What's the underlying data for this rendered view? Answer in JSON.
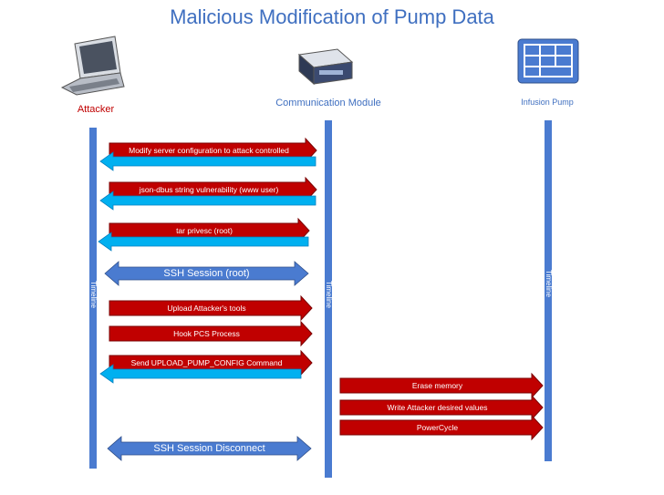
{
  "title": "Malicious Modification of Pump Data",
  "actors": {
    "attacker": "Attacker",
    "comm_module": "Communication Module",
    "pump": "Infusion Pump"
  },
  "timeline_label": "Timeline",
  "messages": {
    "m1": "Modify server configuration to attack controlled",
    "m2": "json-dbus string vulnerability (www user)",
    "m3": "tar privesc (root)",
    "m4": "SSH Session (root)",
    "m5": "Upload Attacker's tools",
    "m6": "Hook PCS Process",
    "m7": "Send UPLOAD_PUMP_CONFIG Command",
    "m8": "Erase memory",
    "m9": "Write Attacker desired values",
    "m10": "PowerCycle",
    "m11": "SSH Session Disconnect"
  },
  "colors": {
    "title": "#3f6fc0",
    "attacker_label": "#c00000",
    "request_arrow": "#c00000",
    "response_arrow": "#00b0f0",
    "session_arrow": "#4a7bd0",
    "timeline": "#4a7bd0"
  },
  "icons": {
    "attacker": "laptop-icon",
    "comm_module": "server-box-icon",
    "pump": "tablet-screen-icon"
  }
}
